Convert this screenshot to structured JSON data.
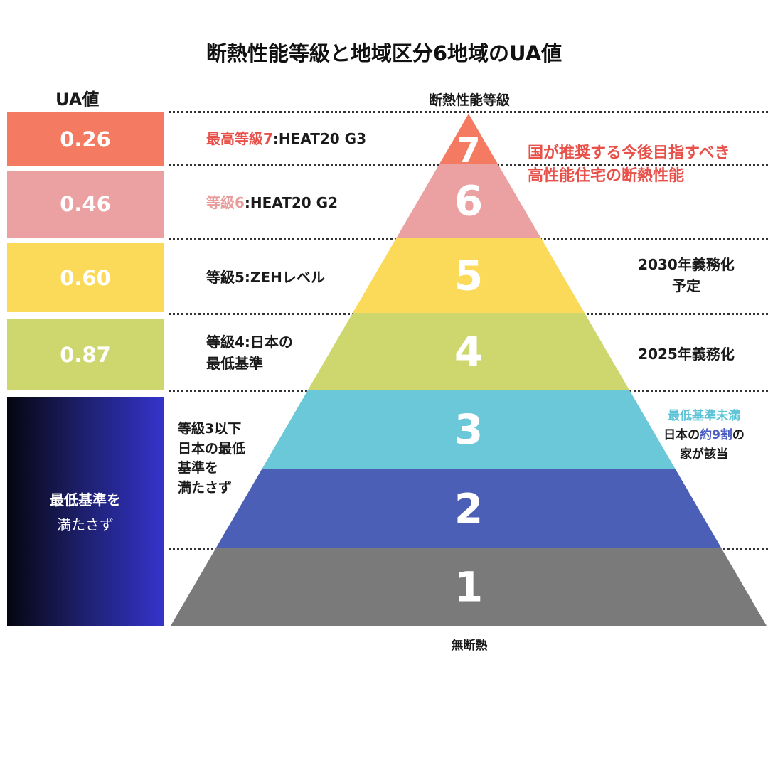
{
  "title": "断熱性能等級と地域区分6地域のUA値",
  "ua_header": "UA値",
  "pyramid_header": "断熱性能等級",
  "bottom_label": "無断熱",
  "ua_values": [
    {
      "value": "0.26",
      "color": "#f47a61"
    },
    {
      "value": "0.46",
      "color": "#eba1a1"
    },
    {
      "value": "0.60",
      "color": "#fbd959"
    },
    {
      "value": "0.87",
      "color": "#cdd76d"
    }
  ],
  "ua_below": {
    "line1": "最低基準を",
    "line2": "満たさず"
  },
  "levels": [
    {
      "number": "7",
      "color": "#f47a61"
    },
    {
      "number": "6",
      "color": "#eba1a1"
    },
    {
      "number": "5",
      "color": "#fbd959"
    },
    {
      "number": "4",
      "color": "#cdd76d"
    },
    {
      "number": "3",
      "color": "#6ac8d8"
    },
    {
      "number": "2",
      "color": "#4b5fb6"
    },
    {
      "number": "1",
      "color": "#7a7a7a"
    }
  ],
  "left_labels": {
    "g7": {
      "colored": "最高等級7",
      "rest": ":HEAT20 G3"
    },
    "g6": {
      "colored": "等級6",
      "rest": ":HEAT20 G2"
    },
    "g5": "等級5:ZEHレベル",
    "g4": {
      "line1": "等級4:日本の",
      "line2": "最低基準"
    },
    "g3": {
      "line1": "等級3以下",
      "line2": "日本の最低",
      "line3": "基準を",
      "line4": "満たさず"
    }
  },
  "right_labels": {
    "top": {
      "line1": "国が推奨する今後目指すべき",
      "line2": "高性能住宅の断熱性能"
    },
    "g5": {
      "line1": "2030年義務化",
      "line2": "予定"
    },
    "g4": "2025年義務化",
    "g3": {
      "line1": "最低基準未満",
      "line2_a": "日本の",
      "line2_b": "約9割",
      "line2_c": "の",
      "line3": "家が該当"
    }
  }
}
